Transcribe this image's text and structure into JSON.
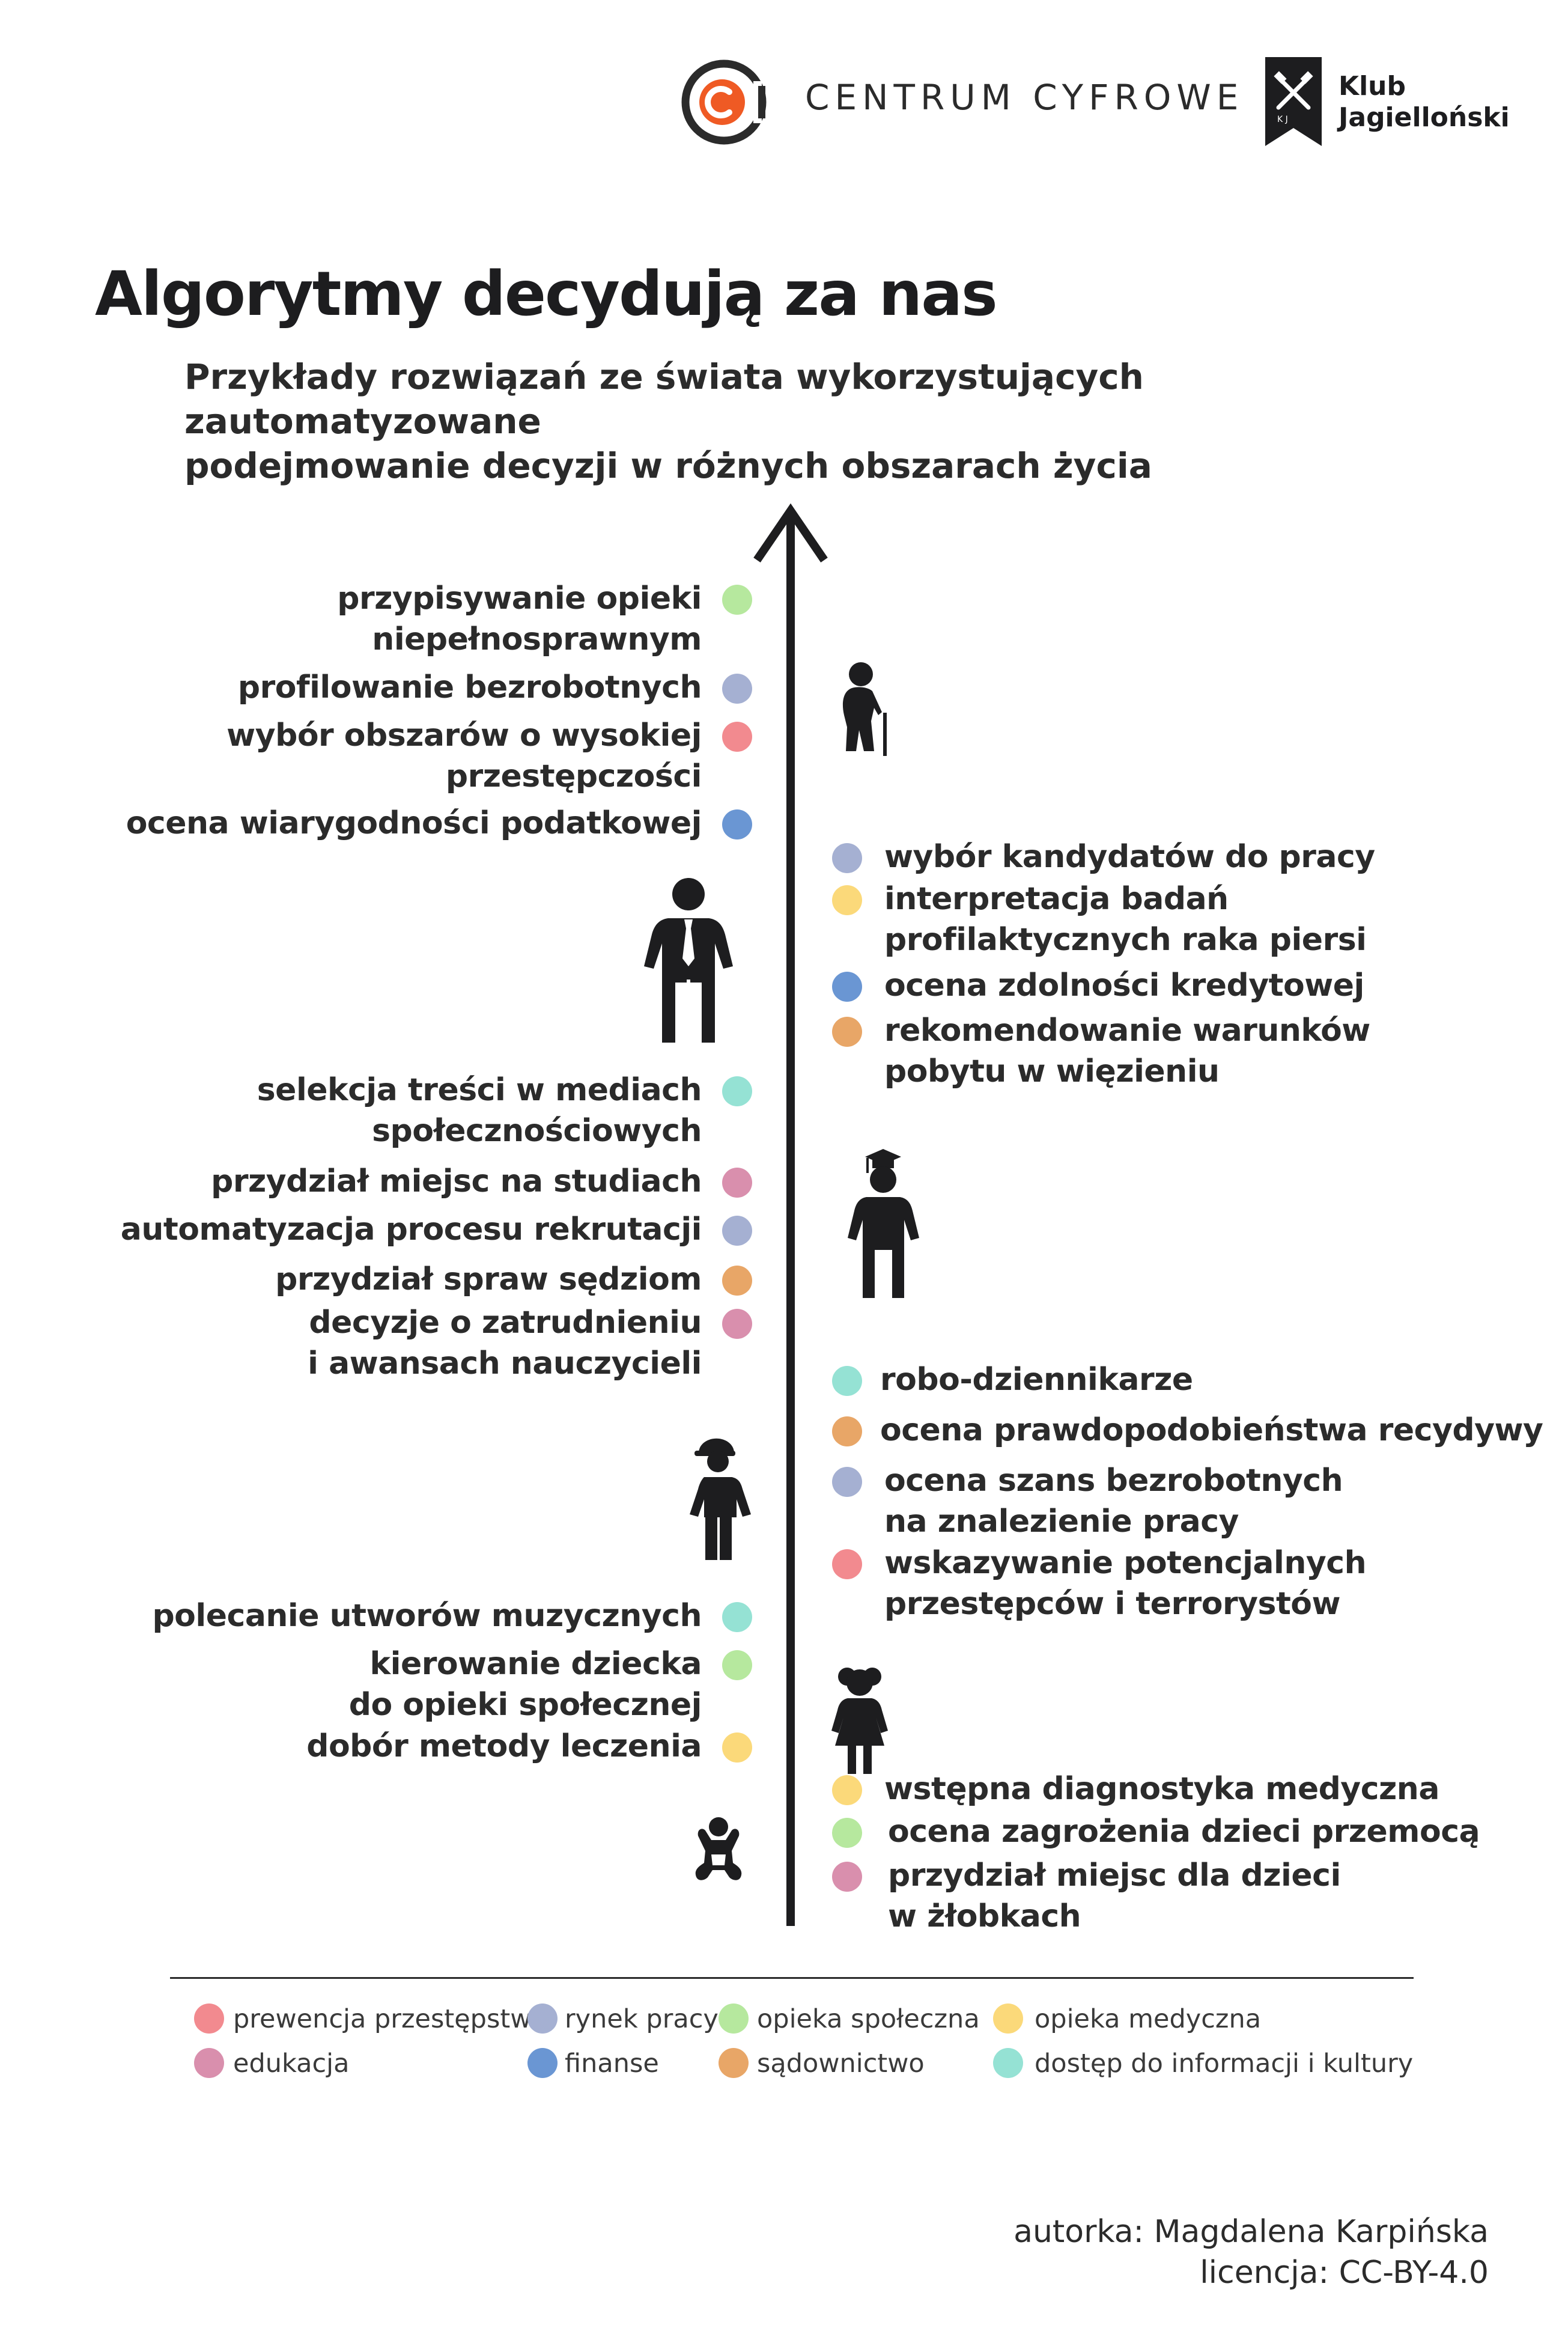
{
  "header": {
    "logo_centrum": "CENTRUM CYFROWE",
    "logo_klub_line1": "Klub",
    "logo_klub_line2": "Jagielloński",
    "logo_klub_emblem_letters": "K J"
  },
  "title": "Algorytmy decydują za nas",
  "subtitle_line1": "Przykłady rozwiązań ze świata wykorzystujących zautomatyzowane",
  "subtitle_line2": "podejmowanie decyzji w różnych obszarach życia",
  "colors": {
    "prewencja": "#f28a8f",
    "rynek_pracy": "#a5b0d2",
    "opieka_spoleczna": "#b6e89e",
    "opieka_medyczna": "#fbd97a",
    "edukacja": "#d98fad",
    "finanse": "#6a96d3",
    "sadownictwo": "#e8a667",
    "dostep_info": "#95e2d4"
  },
  "left_items": [
    {
      "lines": [
        "przypisywanie opieki",
        "niepełnosprawnym"
      ],
      "category": "opieka_spoleczna"
    },
    {
      "lines": [
        "profilowanie bezrobotnych"
      ],
      "category": "rynek_pracy"
    },
    {
      "lines": [
        "wybór obszarów o wysokiej",
        "przestępczości"
      ],
      "category": "prewencja"
    },
    {
      "lines": [
        "ocena wiarygodności podatkowej"
      ],
      "category": "finanse"
    },
    {
      "lines": [
        "selekcja treści w mediach",
        "społecznościowych"
      ],
      "category": "dostep_info"
    },
    {
      "lines": [
        "przydział miejsc na studiach"
      ],
      "category": "edukacja"
    },
    {
      "lines": [
        "automatyzacja procesu rekrutacji"
      ],
      "category": "rynek_pracy"
    },
    {
      "lines": [
        "przydział spraw sędziom"
      ],
      "category": "sadownictwo"
    },
    {
      "lines": [
        "decyzje o zatrudnieniu",
        "i awansach nauczycieli"
      ],
      "category": "edukacja"
    },
    {
      "lines": [
        "polecanie utworów muzycznych"
      ],
      "category": "dostep_info"
    },
    {
      "lines": [
        "kierowanie dziecka",
        "do opieki społecznej"
      ],
      "category": "opieka_spoleczna"
    },
    {
      "lines": [
        "dobór metody leczenia"
      ],
      "category": "opieka_medyczna"
    }
  ],
  "right_items": [
    {
      "lines": [
        "wybór kandydatów do pracy"
      ],
      "category": "rynek_pracy"
    },
    {
      "lines": [
        "interpretacja badań",
        "profilaktycznych raka piersi"
      ],
      "category": "opieka_medyczna"
    },
    {
      "lines": [
        "ocena zdolności kredytowej"
      ],
      "category": "finanse"
    },
    {
      "lines": [
        "rekomendowanie warunków",
        "pobytu w więzieniu"
      ],
      "category": "sadownictwo"
    },
    {
      "lines": [
        "robo-dziennikarze"
      ],
      "category": "dostep_info"
    },
    {
      "lines": [
        "ocena prawdopodobieństwa recydywy"
      ],
      "category": "sadownictwo"
    },
    {
      "lines": [
        "ocena szans bezrobotnych",
        "na znalezienie pracy"
      ],
      "category": "rynek_pracy"
    },
    {
      "lines": [
        "wskazywanie potencjalnych",
        "przestępców i terrorystów"
      ],
      "category": "prewencja"
    },
    {
      "lines": [
        "wstępna diagnostyka medyczna"
      ],
      "category": "opieka_medyczna"
    },
    {
      "lines": [
        "ocena zagrożenia dzieci przemocą"
      ],
      "category": "opieka_spoleczna"
    },
    {
      "lines": [
        "przydział miejsc dla dzieci",
        "w żłobkach"
      ],
      "category": "edukacja"
    }
  ],
  "figures": [
    "elderly-person-icon",
    "adult-man-icon",
    "graduate-student-icon",
    "boy-with-cap-icon",
    "girl-with-pigtails-icon",
    "baby-icon"
  ],
  "legend": [
    {
      "label": "prewencja przestępstw",
      "category": "prewencja"
    },
    {
      "label": "rynek pracy",
      "category": "rynek_pracy"
    },
    {
      "label": "opieka społeczna",
      "category": "opieka_spoleczna"
    },
    {
      "label": "opieka medyczna",
      "category": "opieka_medyczna"
    },
    {
      "label": "edukacja",
      "category": "edukacja"
    },
    {
      "label": "finanse",
      "category": "finanse"
    },
    {
      "label": "sądownictwo",
      "category": "sadownictwo"
    },
    {
      "label": "dostęp do informacji i kultury",
      "category": "dostep_info"
    }
  ],
  "credits": {
    "author": "autorka: Magdalena Karpińska",
    "license": "licencja: CC-BY-4.0"
  }
}
